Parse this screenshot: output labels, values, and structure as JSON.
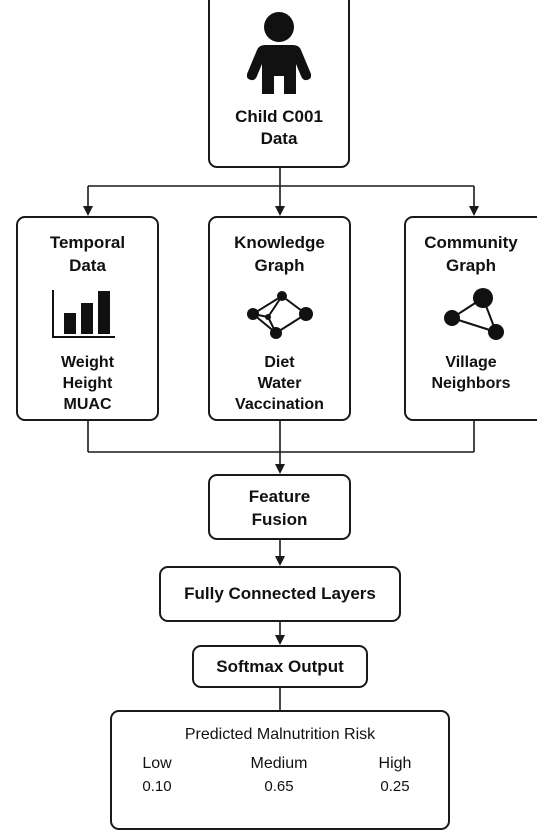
{
  "child": {
    "line1": "Child C001",
    "line2": "Data"
  },
  "temporal": {
    "title1": "Temporal",
    "title2": "Data",
    "items": [
      "Weight",
      "Height",
      "MUAC"
    ]
  },
  "knowledge": {
    "title1": "Knowledge",
    "title2": "Graph",
    "items": [
      "Diet",
      "Water",
      "Vaccination"
    ]
  },
  "community": {
    "title1": "Community",
    "title2": "Graph",
    "items": [
      "Village",
      "Neighbors"
    ]
  },
  "fusion": {
    "line1": "Feature",
    "line2": "Fusion"
  },
  "fc": {
    "label": "Fully Connected Layers"
  },
  "softmax": {
    "label": "Softmax Output"
  },
  "output": {
    "title": "Predicted Malnutrition Risk",
    "classes": [
      {
        "label": "Low",
        "value": "0.10"
      },
      {
        "label": "Medium",
        "value": "0.65"
      },
      {
        "label": "High",
        "value": "0.25"
      }
    ]
  },
  "icons": {
    "child": "child-person-icon",
    "temporal": "bar-chart-icon",
    "knowledge": "knowledge-graph-icon",
    "community": "community-graph-icon"
  },
  "colors": {
    "stroke": "#1a1a1a",
    "background": "#ffffff",
    "text": "#111111"
  }
}
